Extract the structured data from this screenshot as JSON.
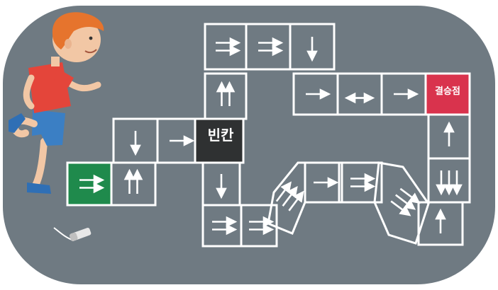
{
  "board": {
    "colors": {
      "ground": "#6f7a82",
      "line": "#ffffff",
      "start": "#1f8a4c",
      "goal": "#d9334d",
      "blank": "#2f3132"
    },
    "labels": {
      "blank": "빈칸",
      "goal": "결승점"
    },
    "cells": [
      {
        "id": "start",
        "arrows": [
          "right",
          "right"
        ],
        "type": "start"
      },
      {
        "id": "c2",
        "arrows": [
          "up",
          "up"
        ]
      },
      {
        "id": "c3",
        "arrows": [
          "down"
        ]
      },
      {
        "id": "c4",
        "arrows": [
          "right"
        ]
      },
      {
        "id": "c5",
        "arrows": [],
        "type": "blank"
      },
      {
        "id": "c6",
        "arrows": [
          "up",
          "up"
        ]
      },
      {
        "id": "c7",
        "arrows": [
          "right",
          "right"
        ]
      },
      {
        "id": "c8",
        "arrows": [
          "right",
          "right"
        ]
      },
      {
        "id": "c9",
        "arrows": [
          "down"
        ]
      },
      {
        "id": "c10",
        "arrows": [
          "right"
        ]
      },
      {
        "id": "c11",
        "arrows": [
          "left",
          "right"
        ]
      },
      {
        "id": "c12",
        "arrows": [
          "right"
        ]
      },
      {
        "id": "c13",
        "arrows": [],
        "type": "goal"
      },
      {
        "id": "c14",
        "arrows": [
          "up"
        ]
      },
      {
        "id": "c15",
        "arrows": [
          "down",
          "down",
          "down"
        ]
      },
      {
        "id": "c16",
        "arrows": [
          "up"
        ]
      },
      {
        "id": "c17",
        "arrows": [
          "down-right",
          "down-right",
          "down-right"
        ]
      },
      {
        "id": "c18",
        "arrows": [
          "right",
          "right"
        ]
      },
      {
        "id": "c19",
        "arrows": [
          "right"
        ]
      },
      {
        "id": "c20",
        "arrows": [
          "up-right",
          "up-right",
          "up-right"
        ]
      },
      {
        "id": "c21",
        "arrows": [
          "right",
          "right"
        ]
      },
      {
        "id": "c22",
        "arrows": [
          "right",
          "right"
        ]
      },
      {
        "id": "c23",
        "arrows": [
          "down"
        ]
      }
    ]
  },
  "figures": {
    "boy": "boy-hopping-figure",
    "chalk": "chalk-icon"
  }
}
